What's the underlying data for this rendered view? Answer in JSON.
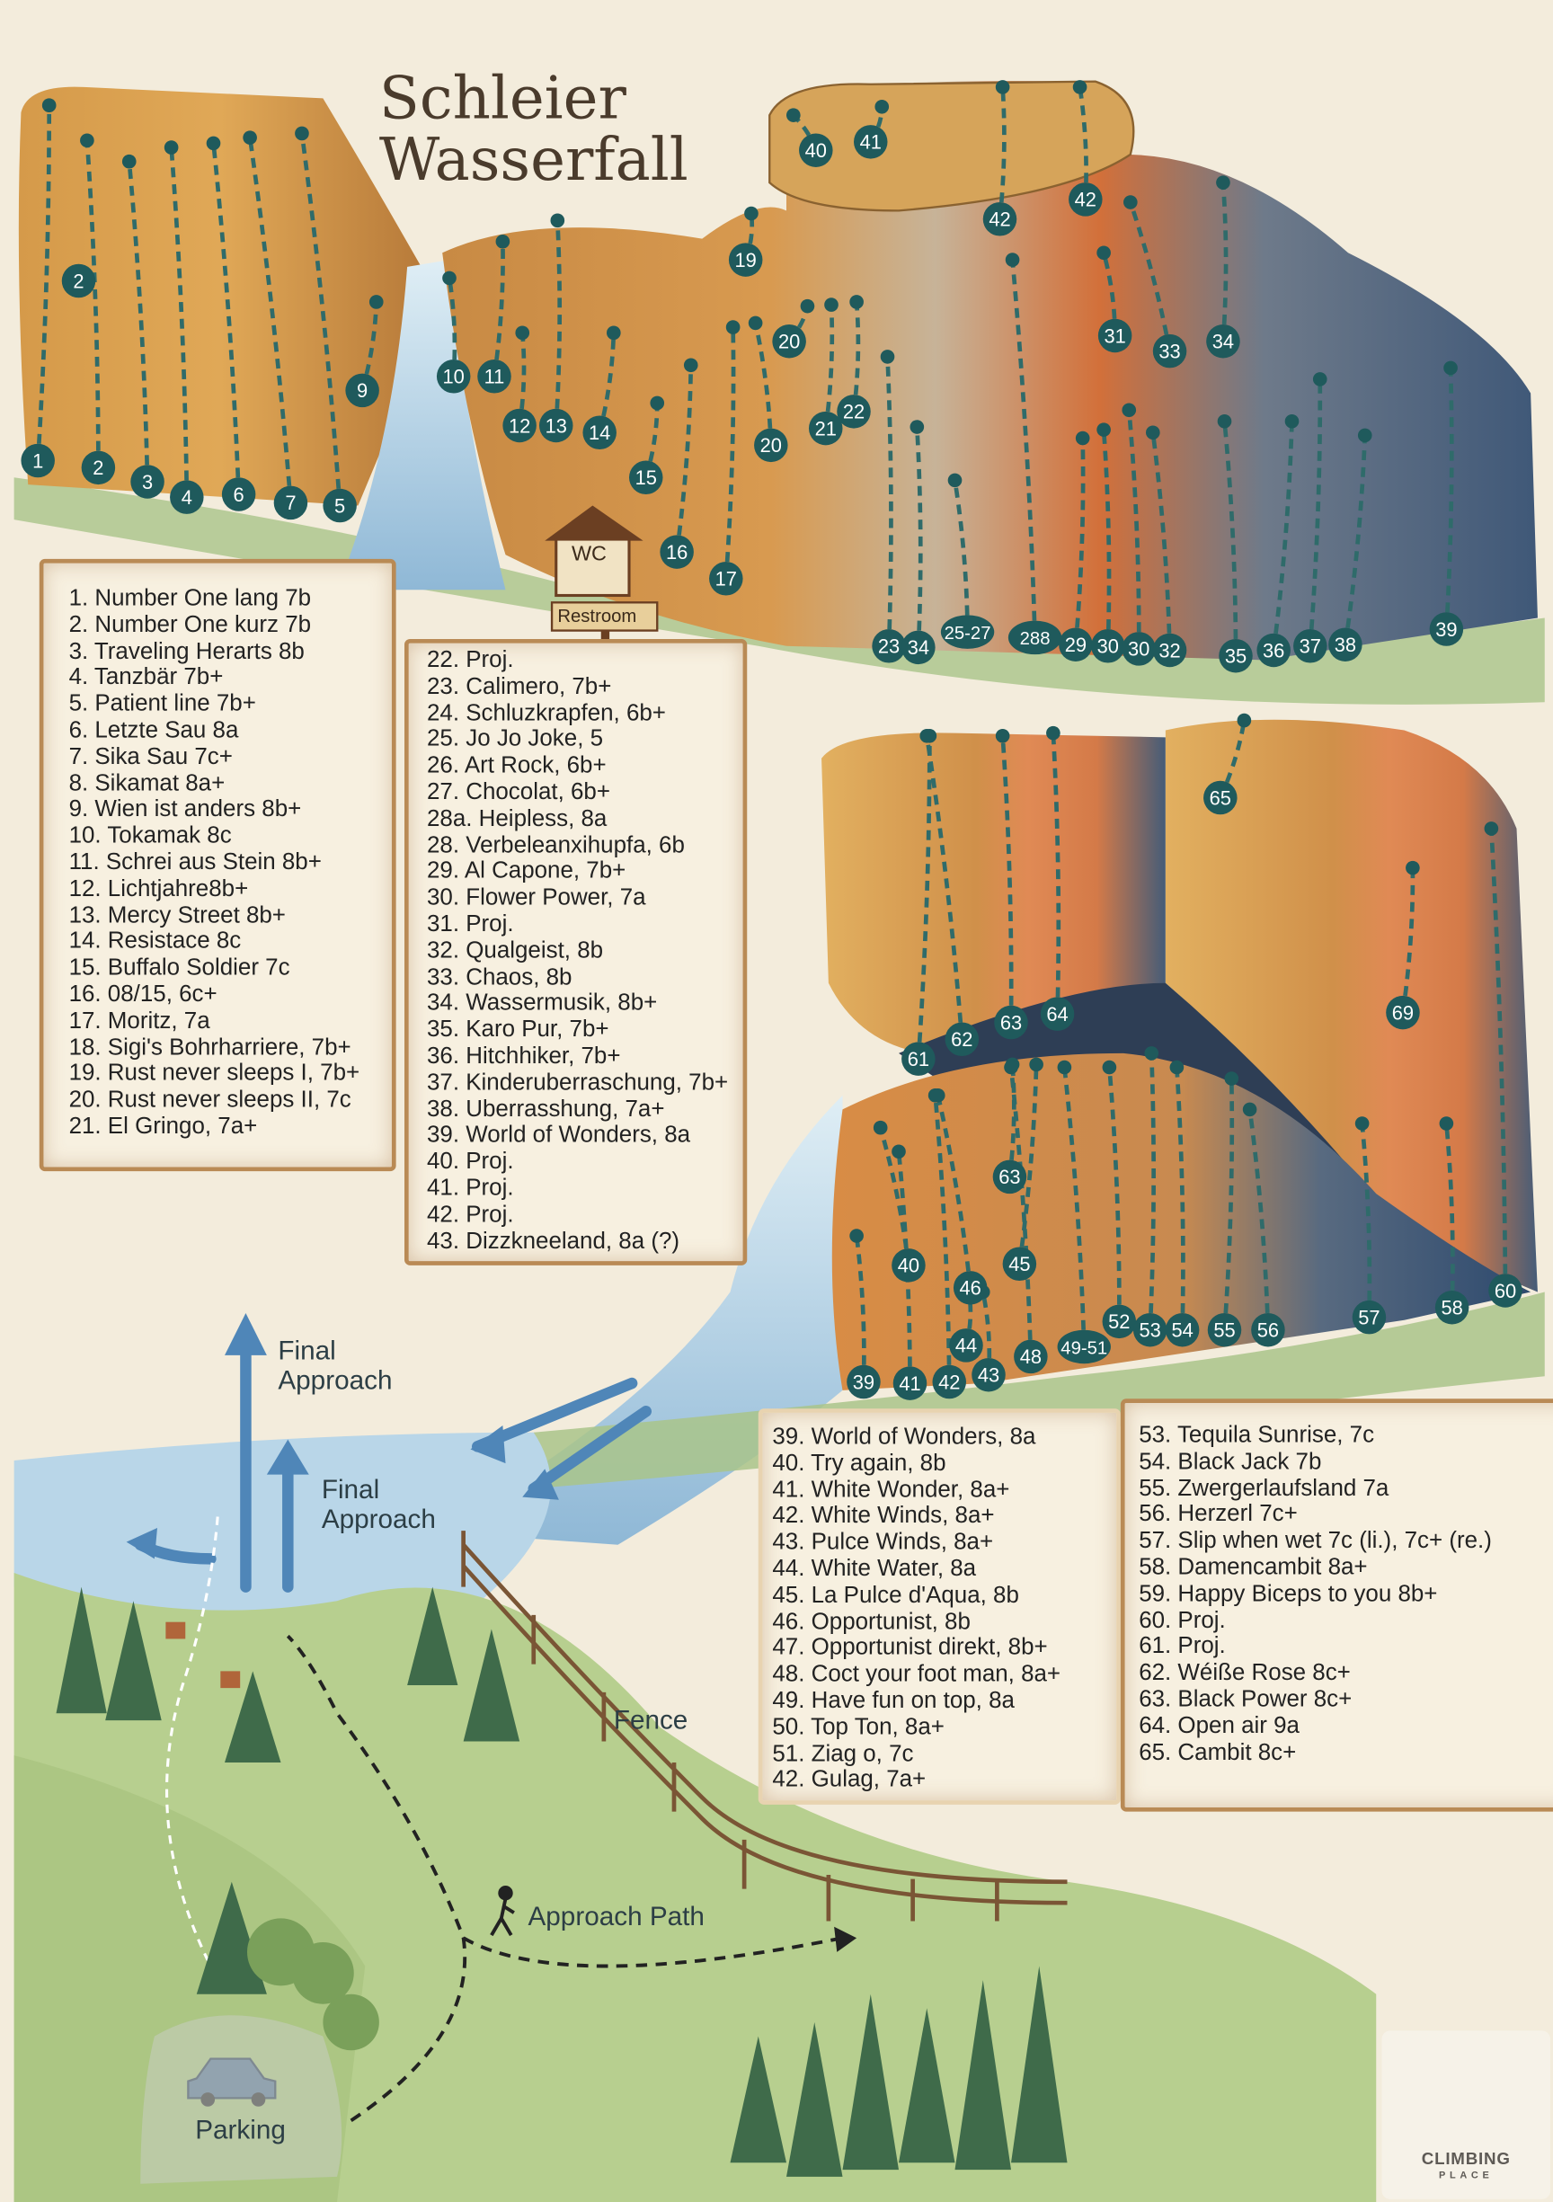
{
  "title": {
    "line1": "Schleier",
    "line2": "Wasserfall"
  },
  "labels": {
    "wc": "WC",
    "restroom": "Restroom",
    "final_approach_1": "Final\nApproach",
    "final_approach_2": "Final\nApproach",
    "fence": "Fence",
    "approach_path": "Approach Path",
    "parking": "Parking"
  },
  "logo": {
    "name": "CLIMBING",
    "sub": "PLACE"
  },
  "colors": {
    "marker": "#1f5a5c",
    "route": "#2f6b6a",
    "paper": "#f3ecdc",
    "frame": "#b98a55",
    "water": "#a9cbe0",
    "grass": "#a9c489"
  },
  "upper_crag_markers": [
    "1",
    "2",
    "3",
    "4",
    "6",
    "7",
    "5",
    "2",
    "9",
    "10",
    "11",
    "12",
    "13",
    "14",
    "15",
    "16",
    "17",
    "19",
    "20",
    "20",
    "21",
    "22",
    "40",
    "41",
    "42",
    "42",
    "31",
    "33",
    "34",
    "23",
    "34",
    "25-27",
    "288",
    "29",
    "30",
    "30",
    "32",
    "35",
    "36",
    "37",
    "38",
    "39"
  ],
  "lower_crag_markers": [
    "65",
    "69",
    "61",
    "62",
    "63",
    "64",
    "63",
    "40",
    "45",
    "46",
    "44",
    "39",
    "41",
    "42",
    "43",
    "48",
    "49-51",
    "52",
    "53",
    "54",
    "55",
    "56",
    "57",
    "58",
    "60"
  ],
  "route_lists": {
    "list1": [
      "1. Number One lang 7b",
      "2. Number One kurz 7b",
      "3. Traveling Herarts 8b",
      "4. Tanzbär 7b+",
      "5. Patient line 7b+",
      "6. Letzte Sau 8a",
      "7. Sika Sau 7c+",
      "8. Sikamat 8a+",
      "9. Wien ist anders 8b+",
      "10. Tokamak 8c",
      "11. Schrei aus Stein 8b+",
      "12. Lichtjahre8b+",
      "13. Mercy Street 8b+",
      "14. Resistace 8c",
      "15. Buffalo Soldier 7c",
      "16. 08/15, 6c+",
      "17. Moritz, 7a",
      "18. Sigi's Bohrharriere, 7b+",
      "19. Rust never sleeps I, 7b+",
      "20. Rust never sleeps II, 7c",
      "21. El Gringo, 7a+"
    ],
    "list2": [
      "22. Proj.",
      "23. Calimero, 7b+",
      "24. Schluzkrapfen, 6b+",
      "25. Jo Jo Joke, 5",
      "26. Art Rock, 6b+",
      "27. Chocolat, 6b+",
      "28a. Heipless, 8a",
      "28. Verbeleanxihupfa, 6b",
      "29. Al Capone, 7b+",
      "30. Flower Power, 7a",
      "31. Proj.",
      "32. Qualgeist, 8b",
      "33. Chaos, 8b",
      "34. Wassermusik, 8b+",
      "35. Karo Pur, 7b+",
      "36. Hitchhiker, 7b+",
      "37. Kinderuberraschung, 7b+",
      "38. Uberrasshung, 7a+",
      "39. World of Wonders, 8a",
      "40. Proj.",
      "41. Proj.",
      "42. Proj.",
      "43. Dizzkneeland, 8a (?)"
    ],
    "list3": [
      "39. World of Wonders, 8a",
      "40. Try again, 8b",
      "41. White Wonder, 8a+",
      "42. White Winds, 8a+",
      "43. Pulce Winds, 8a+",
      "44. White Water, 8a",
      "45. La Pulce d'Aqua, 8b",
      "46. Opportunist, 8b",
      "47. Opportunist direkt, 8b+",
      "48. Coct your foot man, 8a+",
      "49. Have fun on top, 8a",
      "50. Top Ton, 8a+",
      "51. Ziag o, 7c",
      "42. Gulag, 7a+"
    ],
    "list4": [
      "53. Tequila Sunrise, 7c",
      "54. Black Jack 7b",
      "55. Zwergerlaufsland 7a",
      "56. Herzerl 7c+",
      "57. Slip when wet 7c (li.), 7c+ (re.)",
      "58. Damencambit 8a+",
      "59. Happy Biceps to you 8b+",
      "60. Proj.",
      "61. Proj.",
      "62. Wéiße Rose 8c+",
      "63. Black Power 8c+",
      "64. Open air  9a",
      "65. Cambit 8c+"
    ]
  }
}
